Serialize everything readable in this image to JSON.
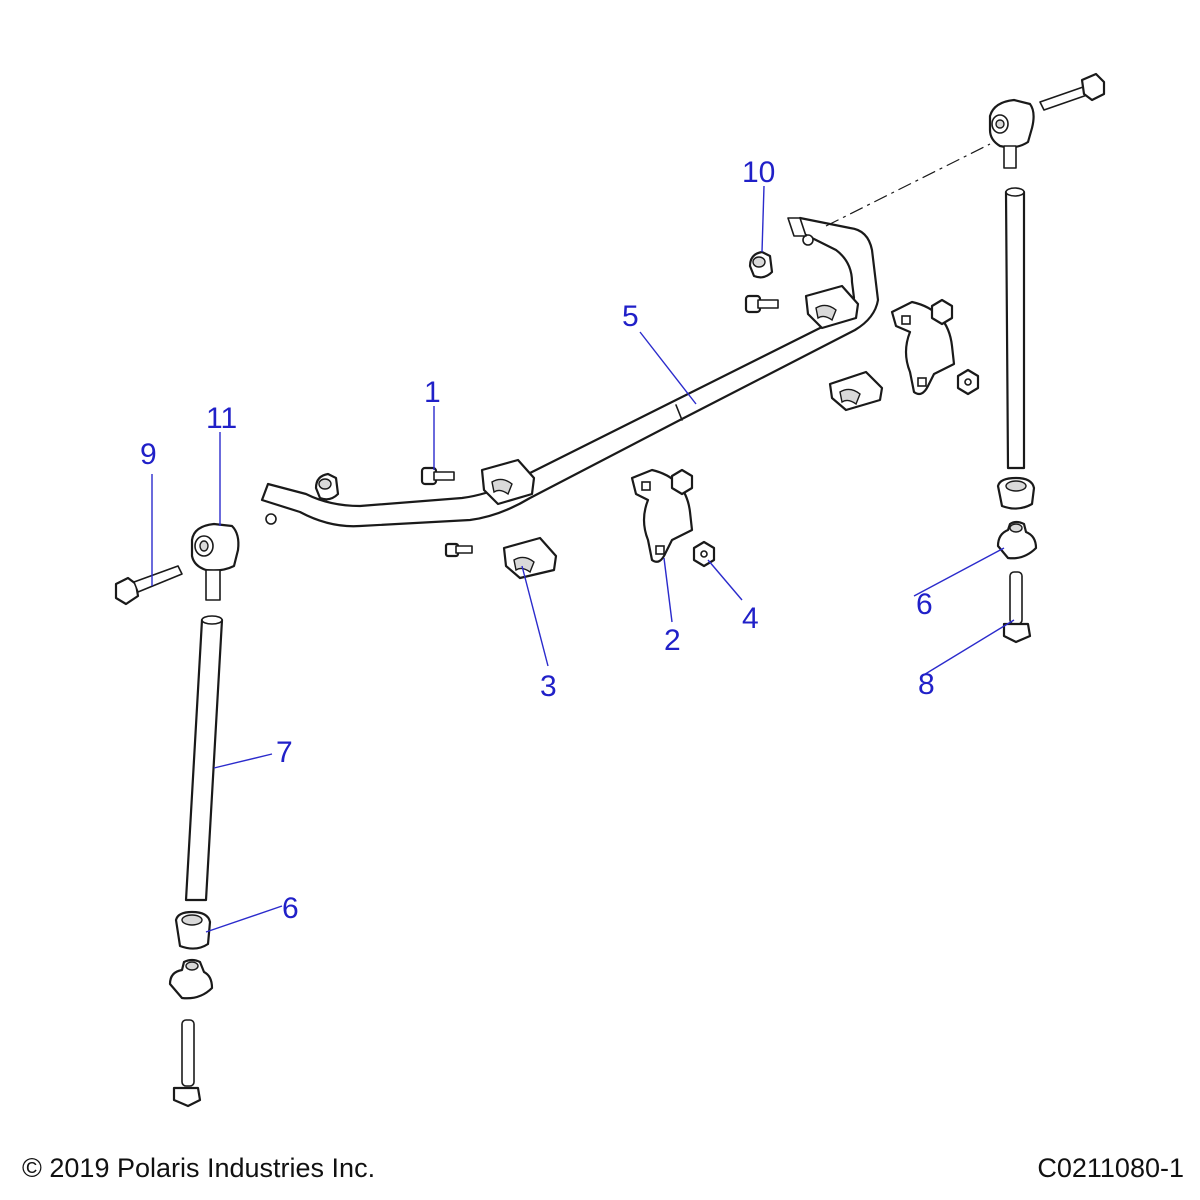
{
  "callouts": [
    {
      "id": "1",
      "label": "1"
    },
    {
      "id": "2",
      "label": "2"
    },
    {
      "id": "3",
      "label": "3"
    },
    {
      "id": "4",
      "label": "4"
    },
    {
      "id": "5",
      "label": "5"
    },
    {
      "id": "6a",
      "label": "6"
    },
    {
      "id": "6b",
      "label": "6"
    },
    {
      "id": "7",
      "label": "7"
    },
    {
      "id": "8",
      "label": "8"
    },
    {
      "id": "9",
      "label": "9"
    },
    {
      "id": "10",
      "label": "10"
    },
    {
      "id": "11",
      "label": "11"
    }
  ],
  "footer": {
    "copyright": "© 2019 Polaris Industries Inc.",
    "figure_code": "C0211080-1"
  },
  "colors": {
    "callout": "#2020c8",
    "line": "#1a1a1a"
  }
}
